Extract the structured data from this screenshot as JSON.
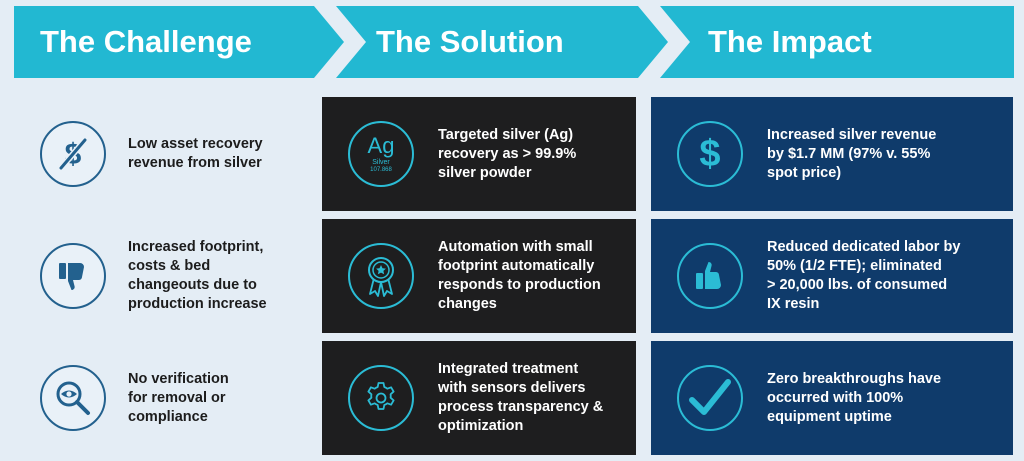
{
  "headers": {
    "challenge": "The Challenge",
    "solution": "The Solution",
    "impact": "The Impact"
  },
  "challenges": [
    {
      "icon": "no-dollar-icon",
      "text": "Low asset recovery\nrevenue from silver"
    },
    {
      "icon": "thumbs-down-icon",
      "text": "Increased footprint,\ncosts & bed\nchangeouts due to\nproduction increase"
    },
    {
      "icon": "magnifier-eye-icon",
      "text": "No verification\nfor removal or\ncompliance"
    }
  ],
  "solutions": [
    {
      "icon": "silver-element-icon",
      "text": "Targeted silver (Ag)\nrecovery as > 99.9%\nsilver powder"
    },
    {
      "icon": "award-ribbon-icon",
      "text": "Automation with small\nfootprint automatically\nresponds to production\nchanges"
    },
    {
      "icon": "gear-icon",
      "text": "Integrated treatment\nwith sensors delivers\nprocess transparency &\noptimization"
    }
  ],
  "impacts": [
    {
      "icon": "dollar-icon",
      "text": "Increased silver revenue\nby $1.7 MM (97% v. 55%\nspot price)"
    },
    {
      "icon": "thumbs-up-icon",
      "text": "Reduced dedicated labor by\n50% (1/2 FTE); eliminated\n> 20,000 lbs. of consumed\nIX resin"
    },
    {
      "icon": "checkmark-icon",
      "text": "Zero breakthroughs have\noccurred with 100%\nequipment uptime"
    }
  ],
  "element_badge": {
    "symbol": "Ag",
    "name": "Silver",
    "mass": "107.868"
  },
  "dollar_symbol": "$",
  "colors": {
    "header": "#22b8d2",
    "background": "#e4edf5",
    "solution_box": "#1e1e1f",
    "impact_box": "#0f3b6b",
    "challenge_icon": "#23618e",
    "accent": "#2bbcd5"
  }
}
